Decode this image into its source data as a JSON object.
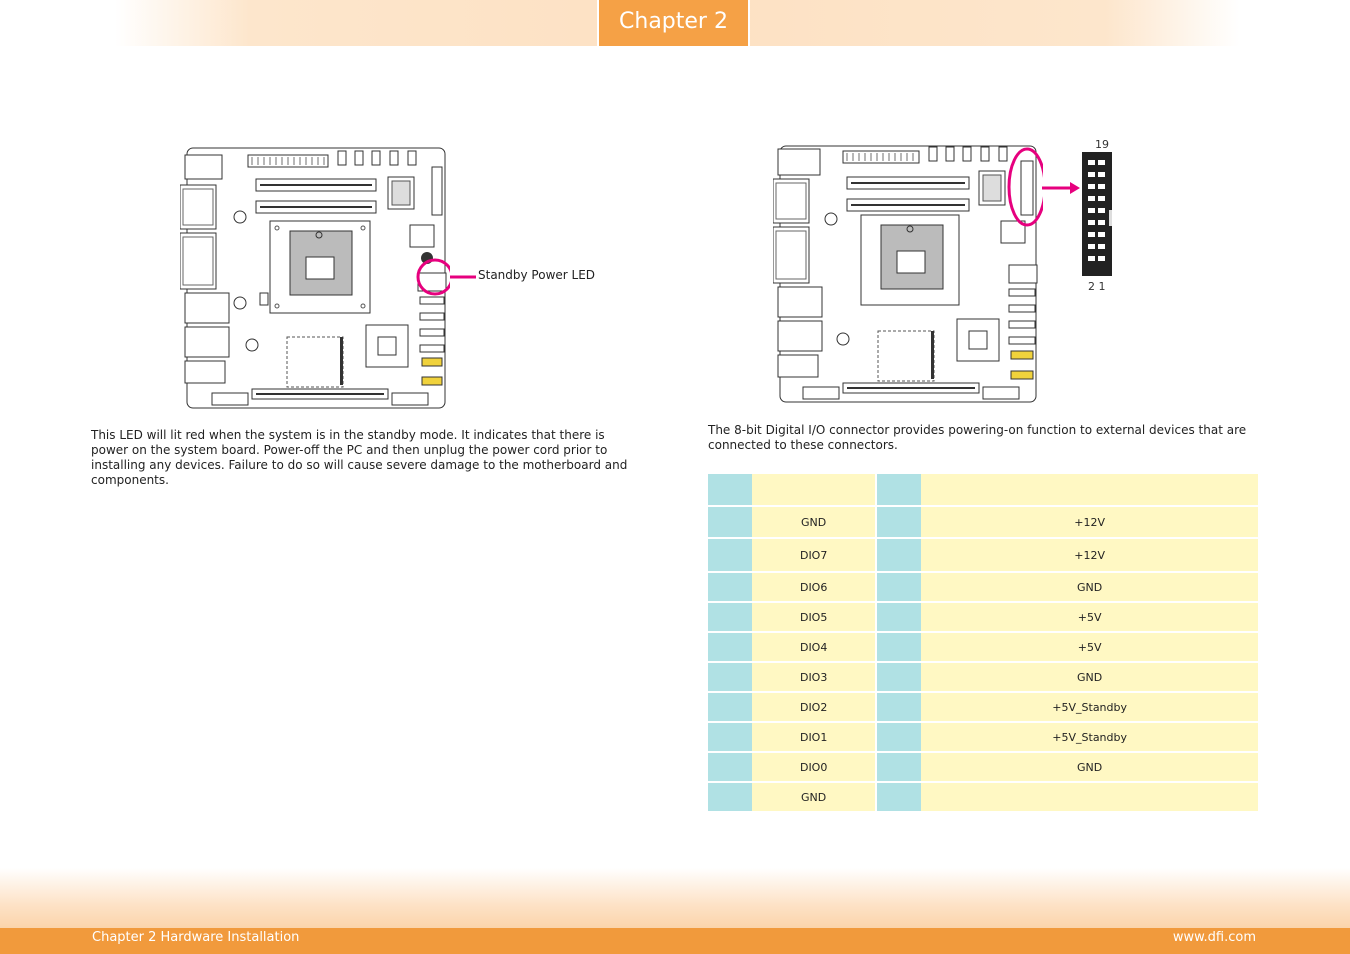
{
  "header": {
    "chapter_label": "Chapter 2"
  },
  "left": {
    "callout": "Standby Power LED",
    "description": "This LED will lit red when the system is in the standby mode. It indicates that there is power on the system board. Power-off the PC and then unplug the power cord prior to installing any devices. Failure to do so will cause severe damage to the motherboard and components."
  },
  "right": {
    "pin_top": "19",
    "pin_bottom": "2 1",
    "description": "The 8-bit Digital I/O connector provides powering-on function to external devices that are connected to these connectors."
  },
  "pin_table": {
    "header": [
      "",
      "",
      "",
      ""
    ],
    "rows": [
      [
        "",
        "GND",
        "",
        "+12V"
      ],
      [
        "",
        "DIO7",
        "",
        "+12V"
      ],
      [
        "",
        "DIO6",
        "",
        "GND"
      ],
      [
        "",
        "DIO5",
        "",
        "+5V"
      ],
      [
        "",
        "DIO4",
        "",
        "+5V"
      ],
      [
        "",
        "DIO3",
        "",
        "GND"
      ],
      [
        "",
        "DIO2",
        "",
        "+5V_Standby"
      ],
      [
        "",
        "DIO1",
        "",
        "+5V_Standby"
      ],
      [
        "",
        "DIO0",
        "",
        "GND"
      ],
      [
        "",
        "GND",
        "",
        ""
      ]
    ]
  },
  "footer": {
    "left": "Chapter 2 Hardware Installation",
    "right": "www.dfi.com"
  },
  "colors": {
    "accent_orange": "#f5a146",
    "callout_magenta": "#e6007e",
    "pin_cell_cyan": "#b0e1e4",
    "signal_cell_yellow": "#fff8c3"
  }
}
